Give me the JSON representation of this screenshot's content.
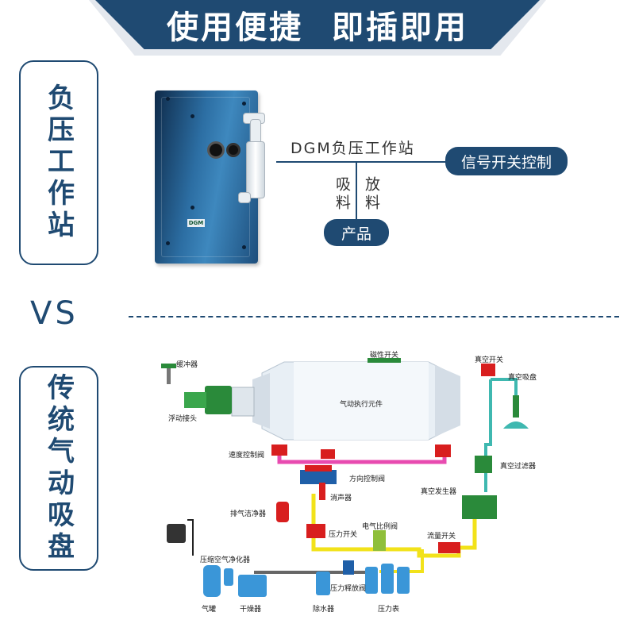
{
  "header": {
    "left": "使用便捷",
    "right": "即插即用"
  },
  "top_section": {
    "side_label": "负压工作站",
    "device": {
      "brand": "DGM"
    },
    "flow": {
      "station": "DGM负压工作站",
      "signal": "信号开关控制",
      "suck": "吸料",
      "release": "放料",
      "product": "产品"
    }
  },
  "vs": "VS",
  "bottom_section": {
    "side_label": "传统气动吸盘",
    "labels": {
      "buffer": "缓冲器",
      "float_joint": "浮动接头",
      "magnet_switch": "磁性开关",
      "cylinder": "气动执行元件",
      "vacuum_switch": "真空开关",
      "suction_cup": "真空吸盘",
      "speed_valve": "速度控制阀",
      "direction_valve": "方向控制阀",
      "vacuum_filter": "真空过滤器",
      "vacuum_generator": "真空发生器",
      "exhaust_cleaner": "排气洁净器",
      "silencer": "消声器",
      "proportional_valve": "电气比例阀",
      "pressure_switch": "压力开关",
      "flow_switch": "流量开关",
      "air_purifier": "压缩空气净化器",
      "tank": "气罐",
      "dryer": "干燥器",
      "water_remover": "除水器",
      "relief_valve": "压力释放阀",
      "gauge": "压力表"
    }
  },
  "colors": {
    "brand": "#1f4a72",
    "pink": "#e84bb0",
    "yellow": "#f2e21a",
    "teal": "#3fb8b0",
    "red": "#d81e1e",
    "green": "#2a8a3a",
    "blue": "#2a7ac0"
  }
}
